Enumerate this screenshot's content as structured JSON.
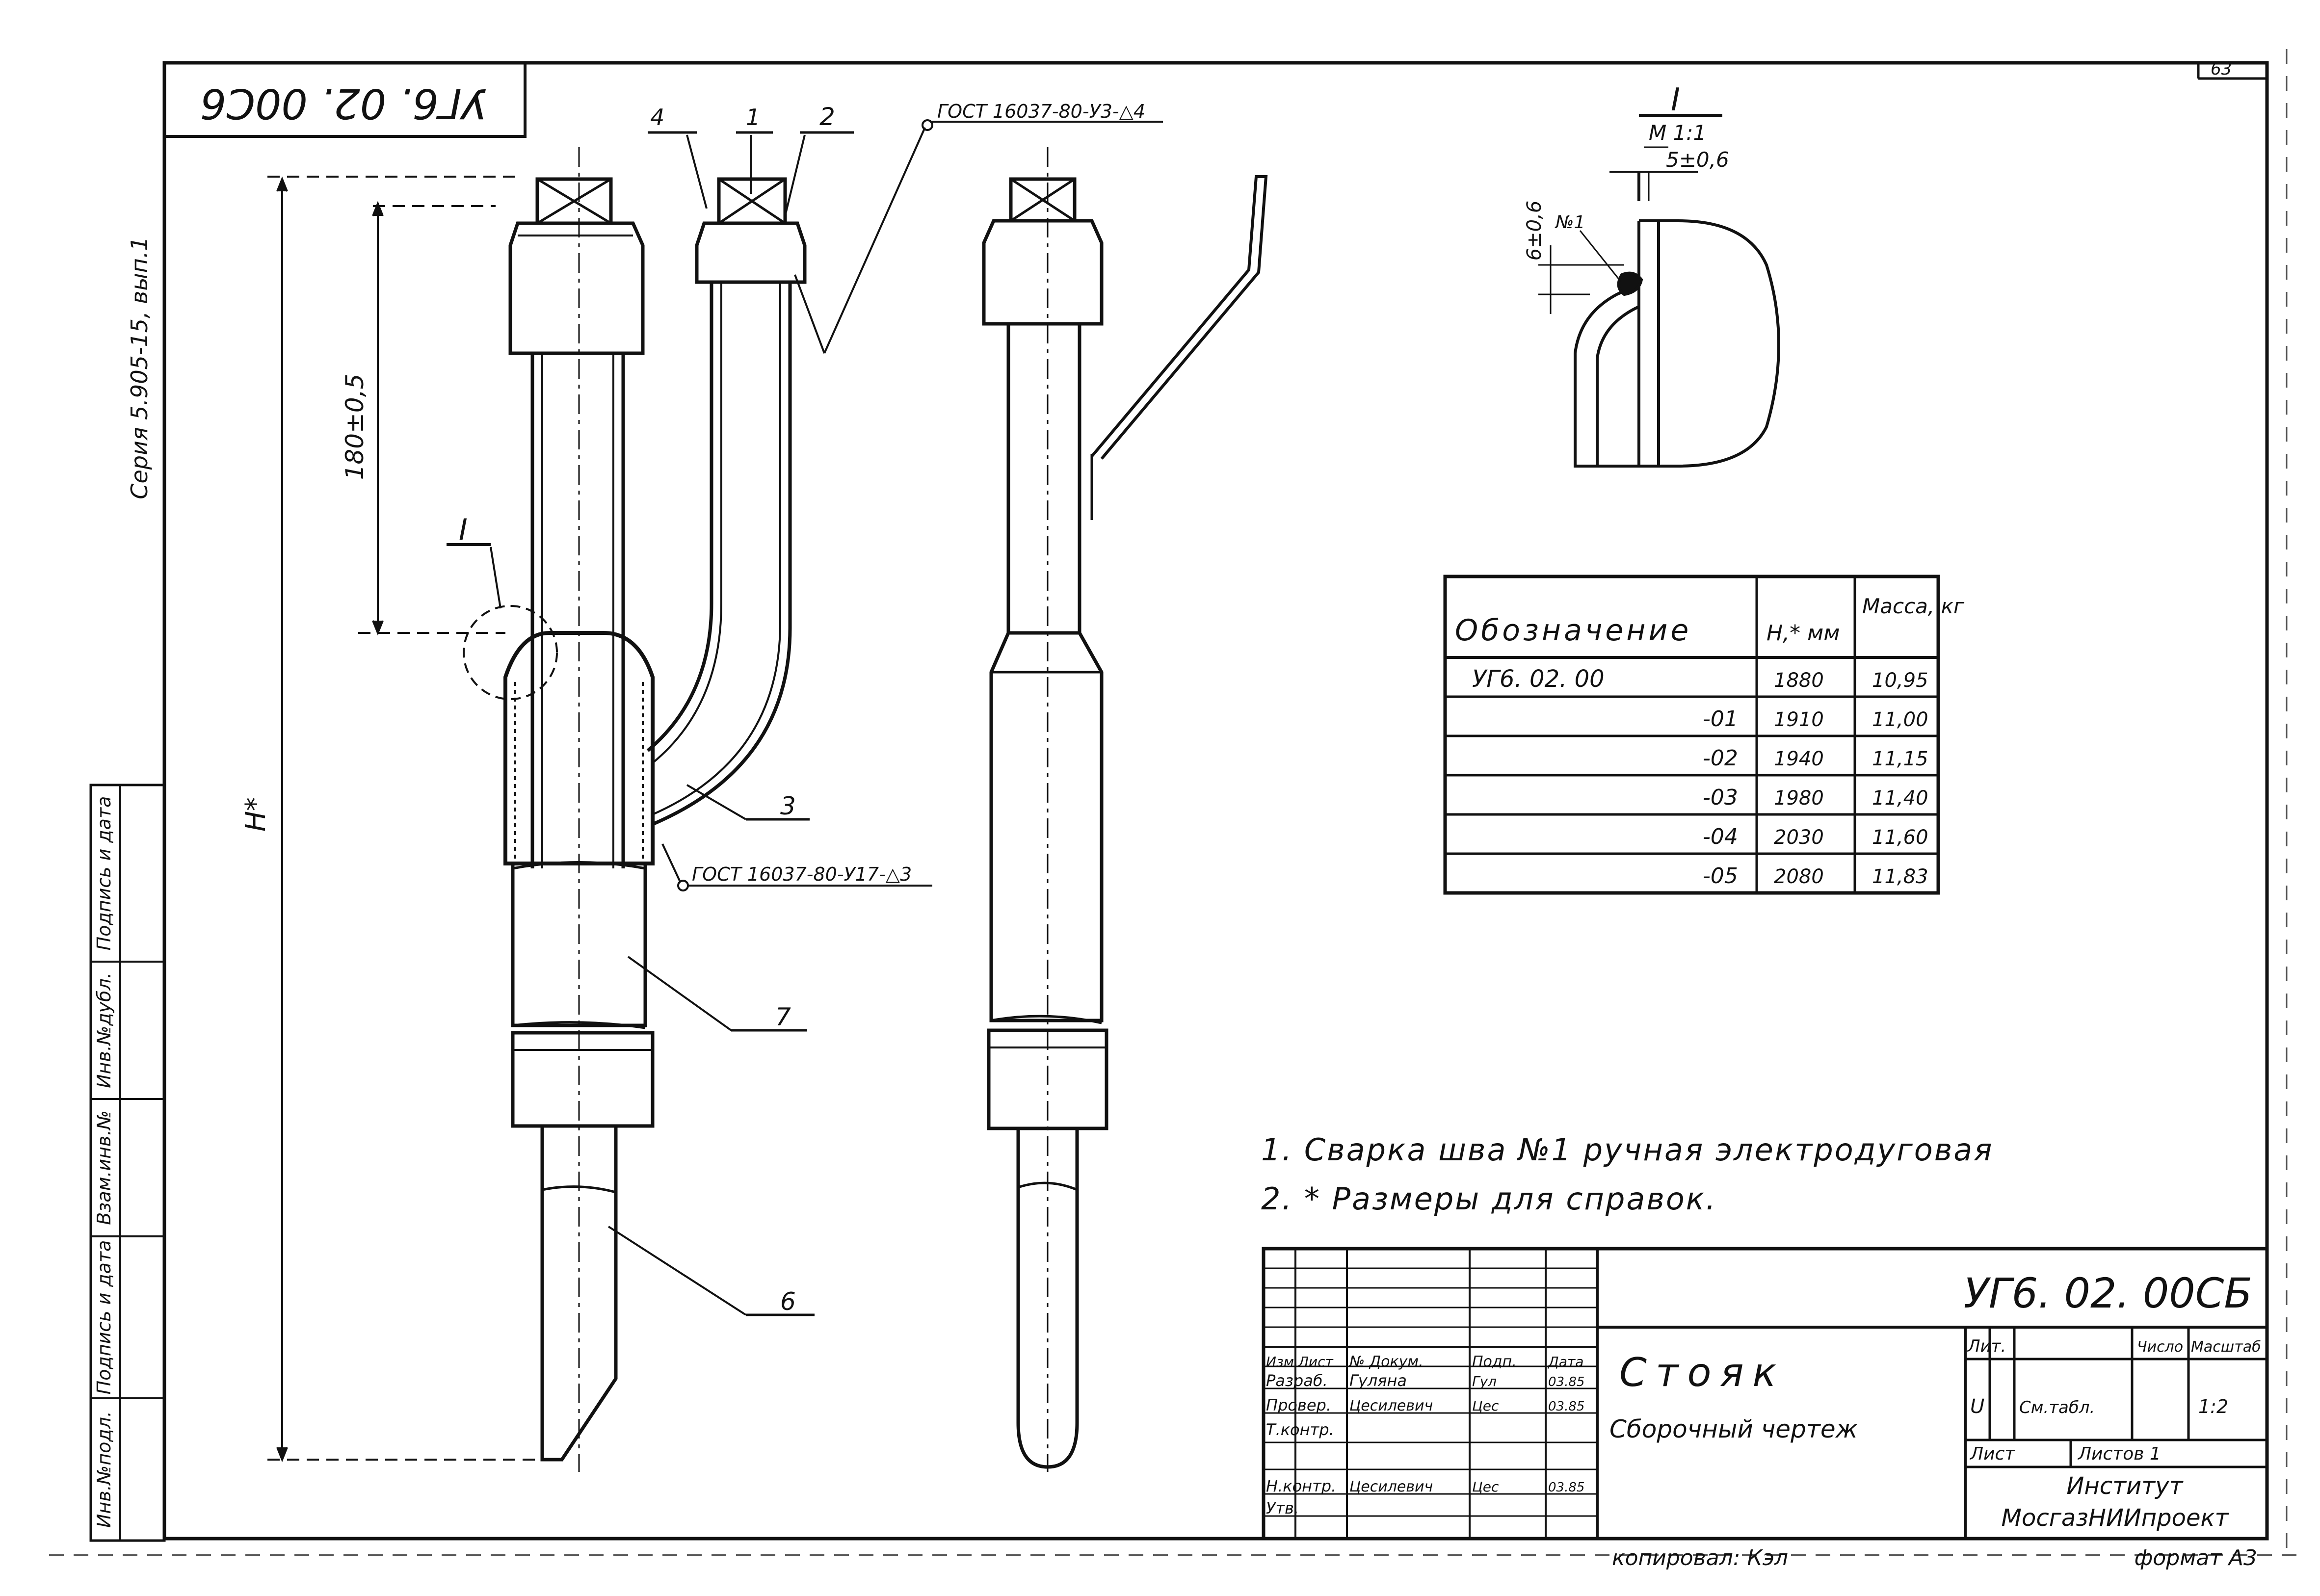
{
  "page_number": "63",
  "top_stamp": "УГ6. 02. 00С6",
  "side_series": "Серия 5.905-15, вып.1",
  "side_stamp_labels": [
    "Подпись и дата",
    "Инв.№дубл.",
    "Взам.инв.№",
    "Подпись и дата",
    "Инв.№подл."
  ],
  "callouts": {
    "pos4": "4",
    "pos1": "1",
    "pos2": "2",
    "pos3": "3",
    "pos7": "7",
    "pos6": "6",
    "section_marker": "I"
  },
  "weld_top": "ГОСТ 16037-80-У3-△4",
  "weld_bottom": "ГОСТ 16037-80-У17-△3",
  "dims": {
    "dim_180": "180±0,5",
    "dim_H": "H*",
    "detail_gap": "5±0,6",
    "detail_height": "6±0,6",
    "weld_no": "№1"
  },
  "detail": {
    "title": "I",
    "scale": "М 1:1"
  },
  "table": {
    "headers": [
      "Обозначение",
      "H,* мм",
      "Масса, кг"
    ],
    "rows": [
      {
        "designation": "УГ6. 02. 00",
        "h": "1880",
        "mass": "10,95"
      },
      {
        "designation": "-01",
        "h": "1910",
        "mass": "11,00"
      },
      {
        "designation": "-02",
        "h": "1940",
        "mass": "11,15"
      },
      {
        "designation": "-03",
        "h": "1980",
        "mass": "11,40"
      },
      {
        "designation": "-04",
        "h": "2030",
        "mass": "11,60"
      },
      {
        "designation": "-05",
        "h": "2080",
        "mass": "11,83"
      }
    ]
  },
  "notes": [
    "1.  Сварка  шва  №1  ручная  электродуговая",
    "2.  * Размеры  для  справок."
  ],
  "title_block": {
    "code": "УГ6. 02. 00СБ",
    "name": "Стояк",
    "subtitle": "Сборочный чертеж",
    "col_lit": "Лит.",
    "col_qty": "Число",
    "col_mass": "Масштаб",
    "lit_value": "U",
    "table_ref": "Cм.табл.",
    "scale_value": "1:2",
    "sheet_label": "Лист",
    "sheets_label": "Листов 1",
    "org_line1": "Институт",
    "org_line2": "МосгазНИИпроект",
    "rows": [
      {
        "role": "Изм.Лист",
        "name": "№ Докум.",
        "sign": "Подп.",
        "date": "Дата"
      },
      {
        "role": "Разраб.",
        "name": "Гуляна",
        "sign": "Гул",
        "date": "03.85"
      },
      {
        "role": "Провер.",
        "name": "Цесилевич",
        "sign": "Цес",
        "date": "03.85"
      },
      {
        "role": "Т.контр.",
        "name": "",
        "sign": "",
        "date": ""
      },
      {
        "role": "Н.контр.",
        "name": "Цесилевич",
        "sign": "Цес",
        "date": "03.85"
      },
      {
        "role": "Утв.",
        "name": "",
        "sign": "",
        "date": ""
      }
    ]
  },
  "copied": "копировал: Кэл",
  "format": "формат А3"
}
